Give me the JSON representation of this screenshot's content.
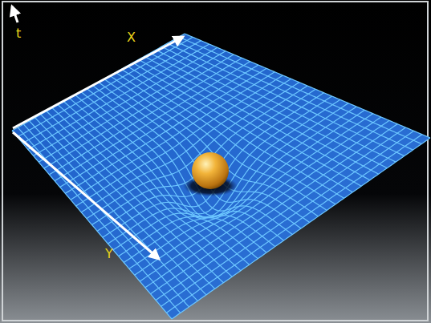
{
  "diagram": {
    "labels": [
      "t",
      "X",
      "Y"
    ]
  }
}
